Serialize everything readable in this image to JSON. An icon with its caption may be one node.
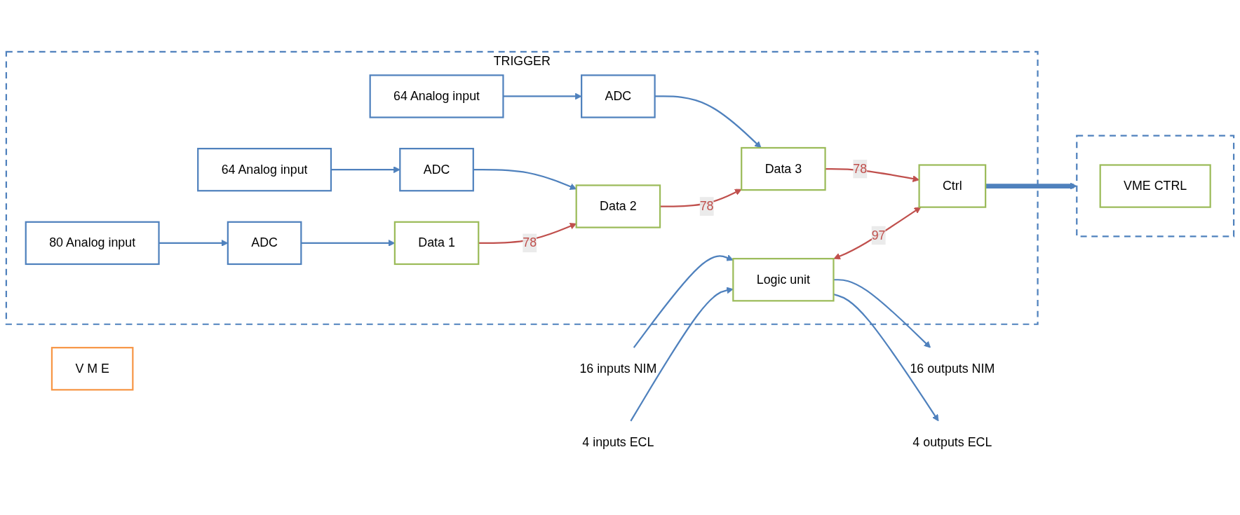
{
  "diagram": {
    "nodes": [
      {
        "text": [
          "TRIGGER"
        ]
      },
      {
        "text": [
          "80  Analog input"
        ],
        "in": 0
      },
      {
        "text": [
          "ADC"
        ],
        "in": 0
      },
      {
        "text": [
          "Data 1"
        ],
        "in": 0
      },
      {
        "text": [
          "64  Analog input"
        ],
        "in": 0
      },
      {
        "text": [
          "ADC"
        ],
        "in": 0
      },
      {
        "text": [
          "Data 2"
        ],
        "in": 0
      },
      {
        "text": [
          "64 Analog input"
        ],
        "in": 0
      },
      {
        "text": [
          "ADC"
        ],
        "in": 0
      },
      {
        "text": [
          "Data 3"
        ],
        "in": 0
      },
      {
        "text": [
          "Logic unit"
        ],
        "in": 0
      },
      {
        "text": [
          "Ctrl"
        ],
        "in": 0
      },
      {
        "text": [
          "16 inputs NIM"
        ]
      },
      {
        "text": [
          "16 outputs NIM"
        ]
      },
      {
        "text": [
          "4 inputs ECL"
        ]
      },
      {
        "text": [
          "4 outputs ECL"
        ]
      },
      {
        "text": [],
        "shape": "box"
      },
      {
        "text": [
          "VME CTRL"
        ],
        "in": 16
      },
      {
        "text": [
          "V M E"
        ]
      }
    ],
    "edges": [
      {
        "from": 1,
        "to": 2,
        "arrow": "to"
      },
      {
        "from": 2,
        "to": 3,
        "arrow": "to"
      },
      {
        "from": 4,
        "to": 5,
        "arrow": "to"
      },
      {
        "from": 5,
        "to": 6,
        "arrow": "to"
      },
      {
        "from": 7,
        "to": 8,
        "arrow": "to"
      },
      {
        "from": 8,
        "to": 9,
        "arrow": "to"
      },
      {
        "from": 3,
        "to": 6,
        "arrow": "to",
        "label": "78",
        "color": "#c0504d"
      },
      {
        "from": 6,
        "to": 9,
        "arrow": "to",
        "label": "78",
        "color": "#c0504d"
      },
      {
        "from": 9,
        "to": 11,
        "arrow": "to",
        "label": "78",
        "color": "#c0504d"
      },
      {
        "from": 10,
        "to": 11,
        "arrow": "both",
        "label": "97",
        "color": "#c0504d"
      },
      {
        "from": 12,
        "to": 10,
        "arrow": "to"
      },
      {
        "from": 10,
        "to": 13,
        "arrow": "to"
      },
      {
        "from": 14,
        "to": 10,
        "arrow": "to"
      },
      {
        "from": 10,
        "to": 15,
        "arrow": "to"
      },
      {
        "from": 11,
        "to": 16,
        "arrow": "to",
        "style": "thick"
      }
    ]
  }
}
